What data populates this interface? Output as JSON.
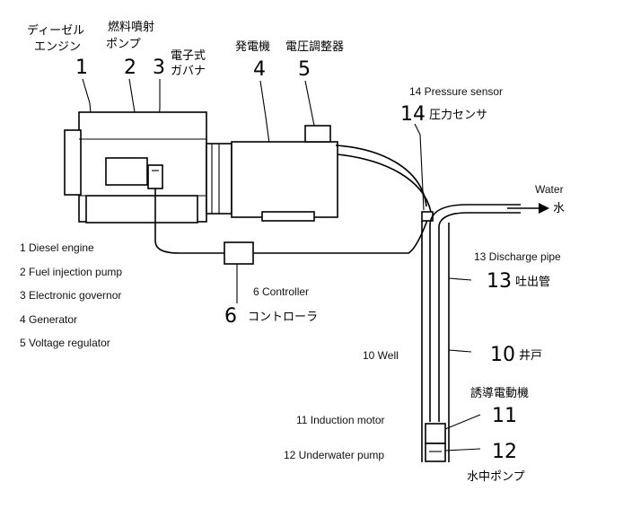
{
  "components": [
    {
      "number": "1",
      "label_ja": "ディーゼル",
      "label_ja_2": "エンジン",
      "label_en": "1 Diesel engine"
    },
    {
      "number": "2",
      "label_ja": "燃料噴射",
      "label_ja_2": "ポンプ",
      "label_en": "2 Fuel injection pump"
    },
    {
      "number": "3",
      "label_ja": "電子式",
      "label_ja_2": "ガバナ",
      "label_en": "3 Electronic governor"
    },
    {
      "number": "4",
      "label_ja": "発電機",
      "label_en": "4 Generator"
    },
    {
      "number": "5",
      "label_ja": "電圧調整器",
      "label_en": "5 Voltage regulator"
    },
    {
      "number": "6",
      "label_ja": "コントローラ",
      "label_en": "6 Controller"
    },
    {
      "number": "10",
      "label_ja": "井戸",
      "label_en": "10 Well"
    },
    {
      "number": "11",
      "label_ja": "誘導電動機",
      "label_en": "11 Induction motor"
    },
    {
      "number": "12",
      "label_ja": "水中ポンプ",
      "label_en": "12 Underwater pump"
    },
    {
      "number": "13",
      "label_ja": "吐出管",
      "label_en": "13 Discharge pipe"
    },
    {
      "number": "14",
      "label_ja": "圧力センサ",
      "label_en": "14 Pressure sensor"
    }
  ],
  "water": {
    "label_en": "Water",
    "label_ja": "水"
  }
}
